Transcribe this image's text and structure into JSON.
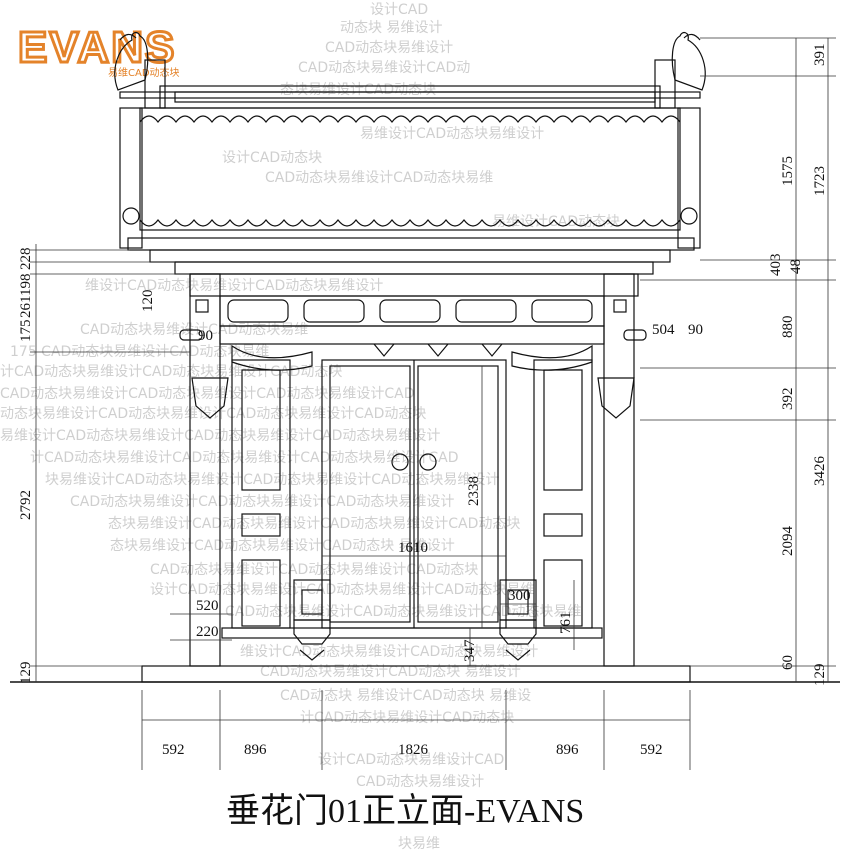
{
  "logo": {
    "brand": "EVANS",
    "sub": "易维CAD动态块"
  },
  "title": "垂花门01正立面-EVANS",
  "watermarks": [
    "设计CAD",
    "动态块 易维设计",
    "CAD动态块易维设计",
    "CAD动态块易维设计CAD动",
    "态块易维设计CAD动态块",
    "易维设计CAD动态块易维设计",
    "设计CAD动态块",
    "CAD动态块易维设计CAD动态块易维",
    "易维设计CAD动态块",
    "维设计CAD动态块易维设计CAD动态块易维设计",
    "CAD动态块易维设计CAD动态块易维",
    "175 CAD动态块易维设计CAD动态块易维",
    "计CAD动态块易维设计CAD动态块易维设计CAD动态块",
    "CAD动态块易维设计CAD动态块易维设计CAD动态块易维设计CAD",
    "动态块易维设计CAD动态块易维设计CAD动态块易维设计CAD动态块",
    "易维设计CAD动态块易维设计CAD动态块易维设计CAD动态块易维设计",
    "计CAD动态块易维设计CAD动态块易维设计CAD动态块易维设计CAD",
    "块易维设计CAD动态块易维设计CAD动态块易维设计CAD动态块易维设计",
    "CAD动态块易维设计CAD动态块易维设计CAD动态块易维设计",
    "态块易维设计CAD动态块易维设计CAD动态块易维设计CAD动态块",
    "态块易维设计CAD动态块易维设计CAD动态块 易维设计",
    "CAD动态块易维设计CAD动态块易维设计CAD动态块",
    "设计CAD动态块易维设计CAD动态块易维设计CAD动态块易维",
    "CAD动态块易维设计CAD动态块易维设计CAD动态块易维",
    "维设计CAD动态块易维设计CAD动态块易维设计",
    "CAD动态块易维设计CAD动态块 易维设计",
    "CAD动态块 易维设计CAD动态块 易维设",
    "计CAD动态块易维设计CAD动态块",
    "设计CAD动态块易维设计CAD",
    "CAD动态块易维设计",
    "块易维"
  ],
  "dims": {
    "left": [
      "228",
      "198",
      "175",
      "261",
      "2792",
      "129"
    ],
    "inner_left": [
      "120",
      "90",
      "520",
      "220"
    ],
    "inner_right": [
      "504",
      "90"
    ],
    "center": [
      "2338",
      "1610",
      "347",
      "300",
      "761"
    ],
    "right": [
      "391",
      "1575",
      "1723",
      "403",
      "48",
      "880",
      "392",
      "3426",
      "2094",
      "60",
      "129"
    ],
    "bottom": [
      "592",
      "896",
      "1826",
      "896",
      "592"
    ]
  }
}
